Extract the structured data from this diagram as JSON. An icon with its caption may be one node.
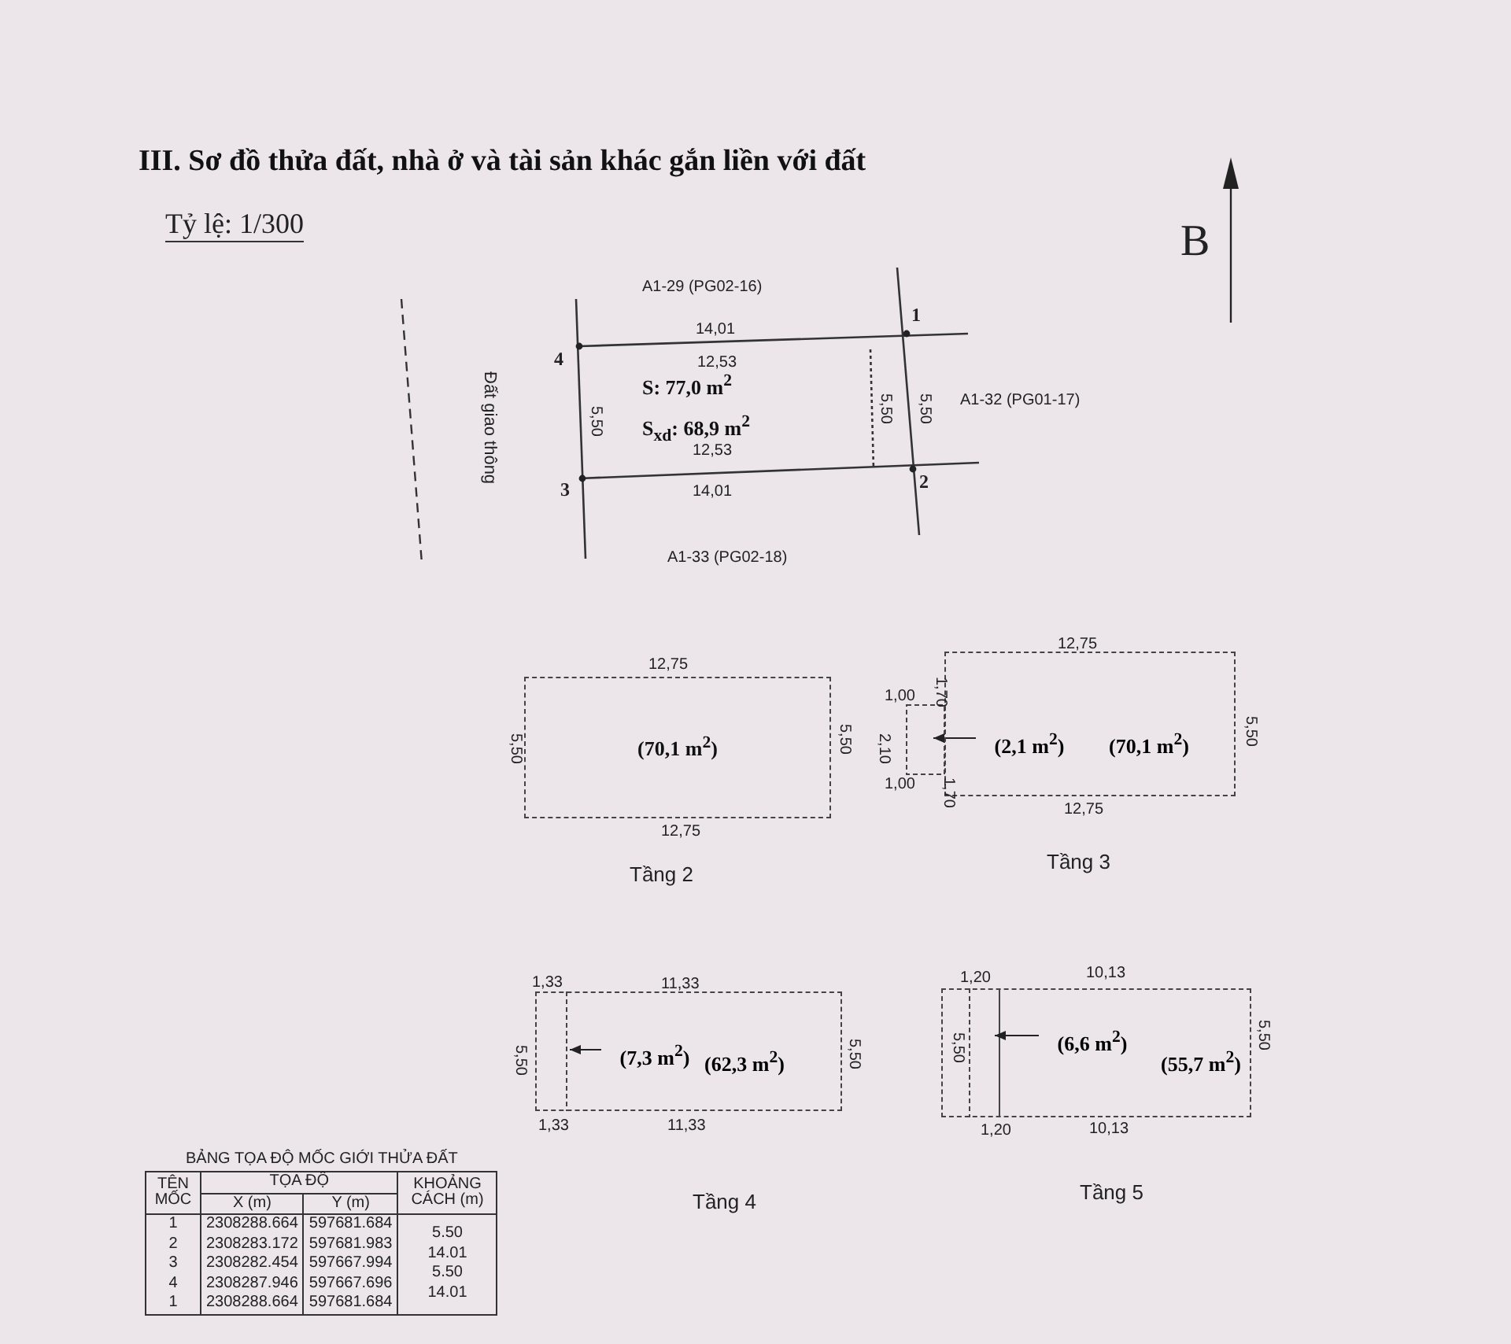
{
  "diagram": {
    "title": "III. Sơ đồ thửa đất, nhà ở và tài sản khác gắn liền với đất",
    "nodes": [
      {
        "text": [
          "S: 77,0 m$^{2}$",
          "S$_{xd}$: 68,9 m$^{2}$"
        ]
      },
      {
        "text": [
          "(70,1 m$^{2}$)"
        ],
        "beside": [
          "Tầng 2"
        ]
      },
      {
        "text": [],
        "shape": "box",
        "beside": [
          "Tầng 3"
        ]
      },
      {
        "text": [
          "(2,1 m$^{2}$)"
        ],
        "in": 2
      },
      {
        "text": [
          "(70,1 m$^{2}$)"
        ],
        "in": 2
      },
      {
        "text": [],
        "shape": "box",
        "beside": [
          "Tầng 4"
        ]
      },
      {
        "text": [
          "(7,3 m$^{2}$)"
        ],
        "in": 5
      },
      {
        "text": [
          "(62,3 m$^{2}$)"
        ],
        "in": 5
      },
      {
        "text": [],
        "shape": "box",
        "beside": [
          "Tầng 5"
        ]
      },
      {
        "text": [
          "(6,6 m$^{2}$)"
        ],
        "in": 8
      },
      {
        "text": [
          "(55,7 m$^{2}$)"
        ],
        "in": 8
      }
    ],
    "edges": [
      {
        "from": 3,
        "to": null,
        "arrow": "to"
      },
      {
        "from": 6,
        "to": null,
        "arrow": "to"
      },
      {
        "from": 9,
        "to": null,
        "arrow": "to"
      }
    ],
    "labels": [
      "Tỷ lệ: 1/300",
      "B",
      "A1-29 (PG02-16)",
      "1",
      "14,01",
      "4",
      "12,53",
      "Đất giao thông",
      "5,50",
      "5,50",
      "5,50",
      "A1-32 (PG01-17)",
      "12,53",
      "3",
      "2",
      "14,01",
      "A1-33 (PG02-18)",
      "12,75",
      "5,50",
      "5,50",
      "12,75",
      "12,75",
      "1,70",
      "1,00",
      "2,10",
      "5,50",
      "1,00",
      "1,70",
      "12,75",
      "1,33",
      "11,33",
      "5,50",
      "5,50",
      "1,33",
      "11,33",
      "1,20",
      "10,13",
      "5,50",
      "5,50",
      "1,20",
      "10,13",
      "BẢNG TỌA ĐỘ MỐC GIỚI THỬA ĐẤT",
      "TÊN MỐC",
      "TỌA ĐỘ",
      "KHOẢNG CÁCH (m)",
      "X (m)",
      "Y (m)",
      "1",
      "2308288.664",
      "597681.684",
      "5.50",
      "2",
      "2308283.172",
      "597681.983",
      "14.01",
      "3",
      "2308282.454",
      "597667.994",
      "5.50",
      "4",
      "2308287.946",
      "597667.696",
      "14.01",
      "1",
      "2308288.664",
      "597681.684"
    ]
  }
}
